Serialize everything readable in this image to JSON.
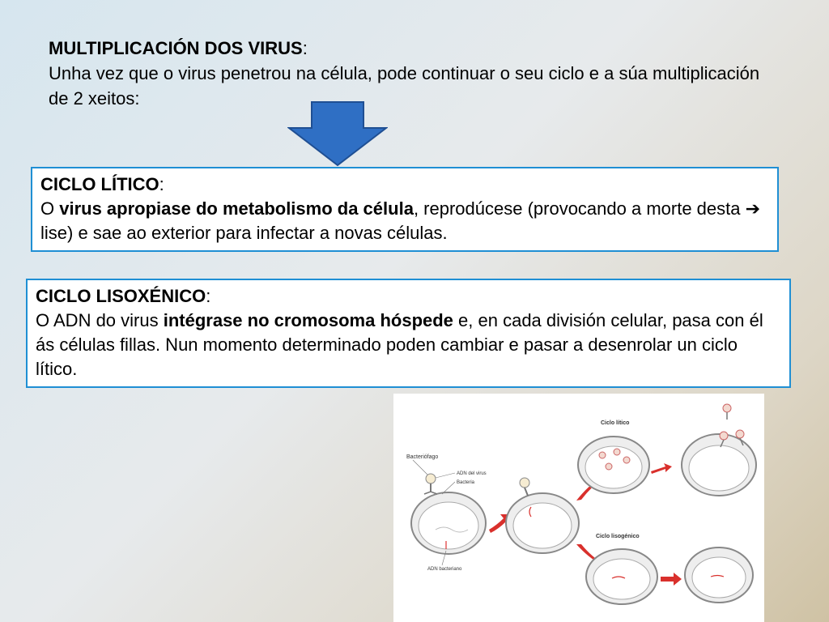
{
  "intro": {
    "heading": "MULTIPLICACIÓN DOS VIRUS",
    "heading_colon": ":",
    "text": "Unha vez que o virus penetrou na célula, pode continuar o seu ciclo e a súa multiplicación de 2 xeitos:"
  },
  "arrow": {
    "icon": "down-arrow-icon",
    "color": "#2f6fc4"
  },
  "ciclo_litico": {
    "heading": "CICLO LÍTICO",
    "heading_colon": ":",
    "text_pre": "O ",
    "text_bold": "virus apropiase do metabolismo da célula",
    "text_mid": ", reprodúcese (provocando a morte desta ",
    "arrow_glyph": "➔",
    "text_post": " lise) e sae ao exterior para infectar a novas células."
  },
  "ciclo_lisoxenico": {
    "heading": "CICLO LISOXÉNICO",
    "heading_colon": ":",
    "text_pre": "O ADN do virus ",
    "text_bold": "intégrase no cromosoma hóspede",
    "text_post": " e, en cada división celular, pasa con él ás células fillas. Nun momento determinado poden cambiar e pasar a desenrolar un ciclo lítico."
  },
  "figure": {
    "label_bacteriofago": "Bacteriófago",
    "label_adn_virus": "ADN del virus",
    "label_bacteria": "Bacteria",
    "label_adn_bacteriano": "ADN bacteriano",
    "label_ciclo_litico": "Ciclo lítico",
    "label_ciclo_lisogenico": "Ciclo lisogénico"
  },
  "colors": {
    "box_border": "#1f8fd4",
    "arrow_fill": "#2f6fc4",
    "flow_arrow": "#d9302c"
  }
}
